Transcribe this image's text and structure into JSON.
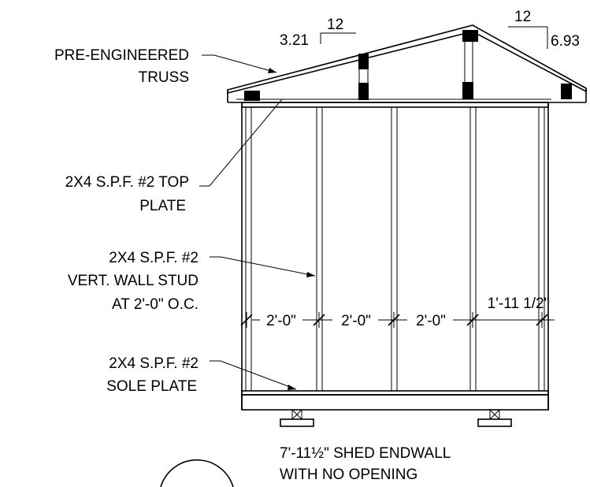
{
  "labels": {
    "truss": [
      "PRE-ENGINEERED",
      "TRUSS"
    ],
    "top_plate": [
      "2X4 S.P.F. #2 TOP",
      "PLATE"
    ],
    "wall_stud": [
      "2X4 S.P.F. #2",
      "VERT. WALL STUD",
      "AT 2'-0\" O.C."
    ],
    "sole_plate": [
      "2X4 S.P.F. #2",
      "SOLE PLATE"
    ]
  },
  "slopes": {
    "left": {
      "rise": "3.21",
      "run": "12"
    },
    "right": {
      "rise": "6.93",
      "run": "12"
    }
  },
  "dimensions": [
    "2'-0\"",
    "2'-0\"",
    "2'-0\"",
    "1'-11 1/2\""
  ],
  "caption": {
    "line1": "7'-11½\" SHED ENDWALL",
    "line2": "WITH NO OPENING"
  }
}
